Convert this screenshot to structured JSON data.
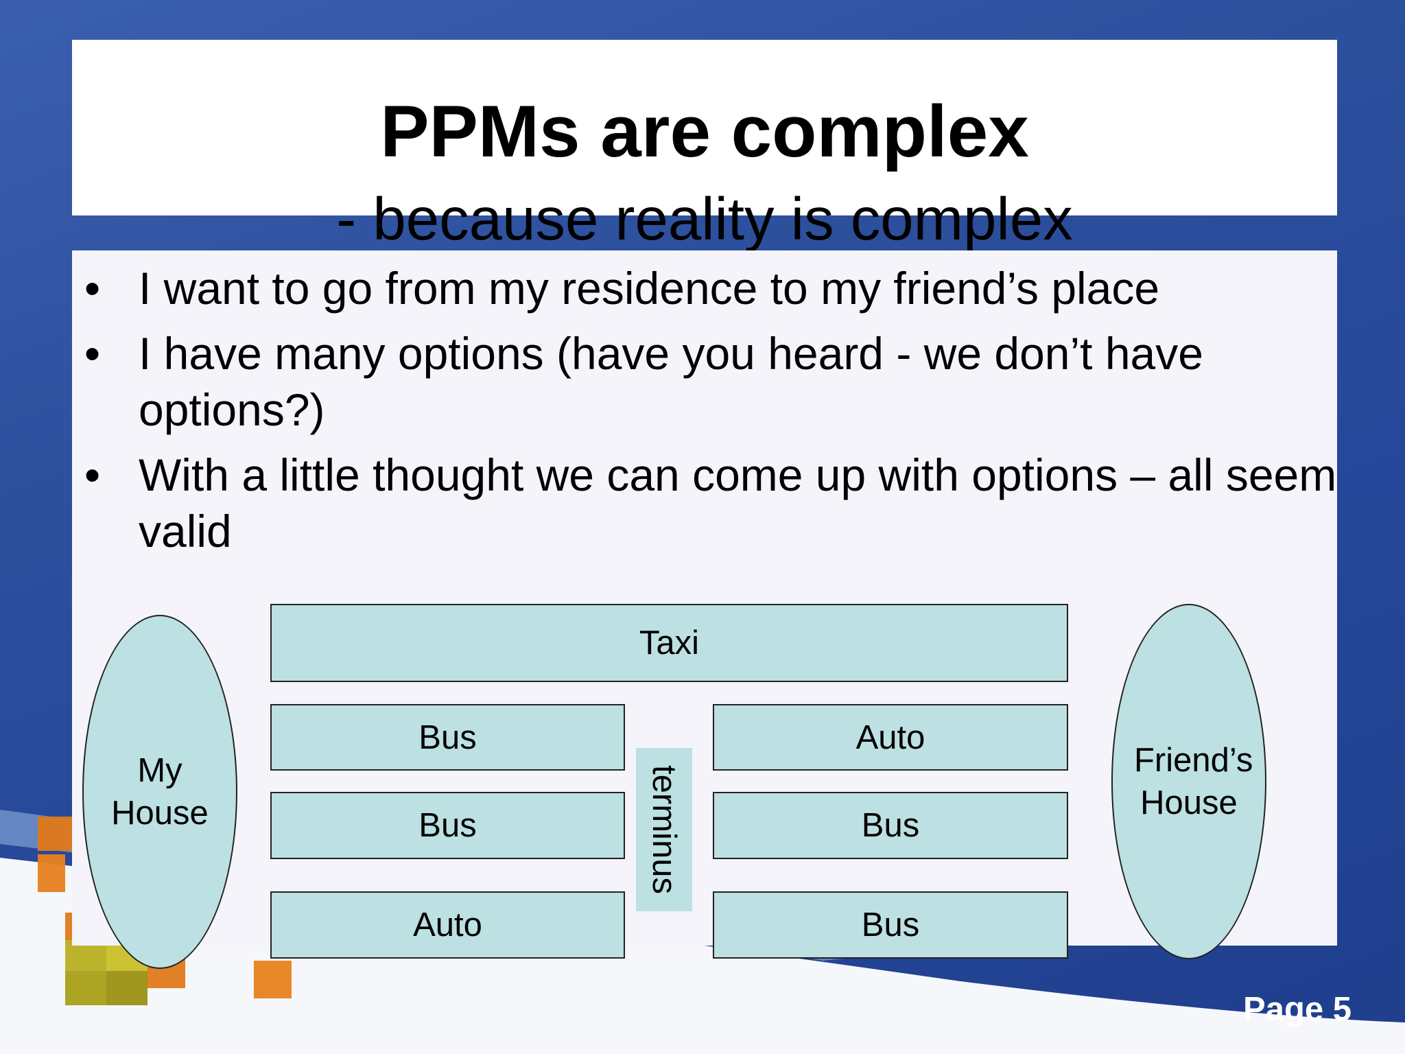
{
  "slide": {
    "title": "PPMs are complex",
    "subtitle": "- because reality is complex",
    "bullets": [
      "I want to go from my residence to my friend’s place",
      "I have many options (have you heard - we don’t have options?)",
      "With a little thought we can come up with options – all seem valid"
    ],
    "bullet_symbol": "•",
    "page_label": "Page 5"
  },
  "diagram": {
    "start": "My House",
    "end": "Friend’s House",
    "top_route": "Taxi",
    "left_column": [
      "Bus",
      "Bus",
      "Auto"
    ],
    "middle": "terminus",
    "right_column": [
      "Auto",
      "Bus",
      "Bus"
    ]
  },
  "colors": {
    "background": "#2c4f9c",
    "panel": "#ffffff",
    "content_panel": "#f4f4fa",
    "shape_fill": "#bde0e2",
    "page_text": "#ffffff"
  }
}
